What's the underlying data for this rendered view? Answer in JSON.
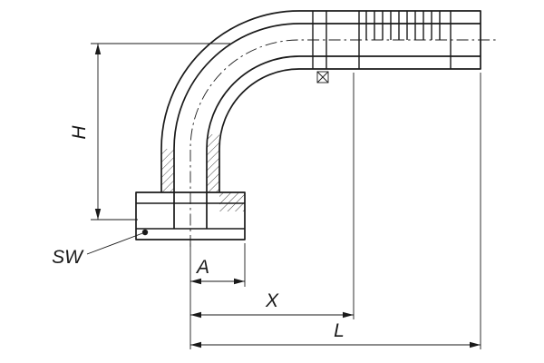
{
  "drawing": {
    "dimension_labels": {
      "height": "H",
      "wrench_size": "SW",
      "a": "A",
      "x": "X",
      "length": "L"
    },
    "colors": {
      "background": "#ffffff",
      "line": "#1a1a1a"
    }
  }
}
